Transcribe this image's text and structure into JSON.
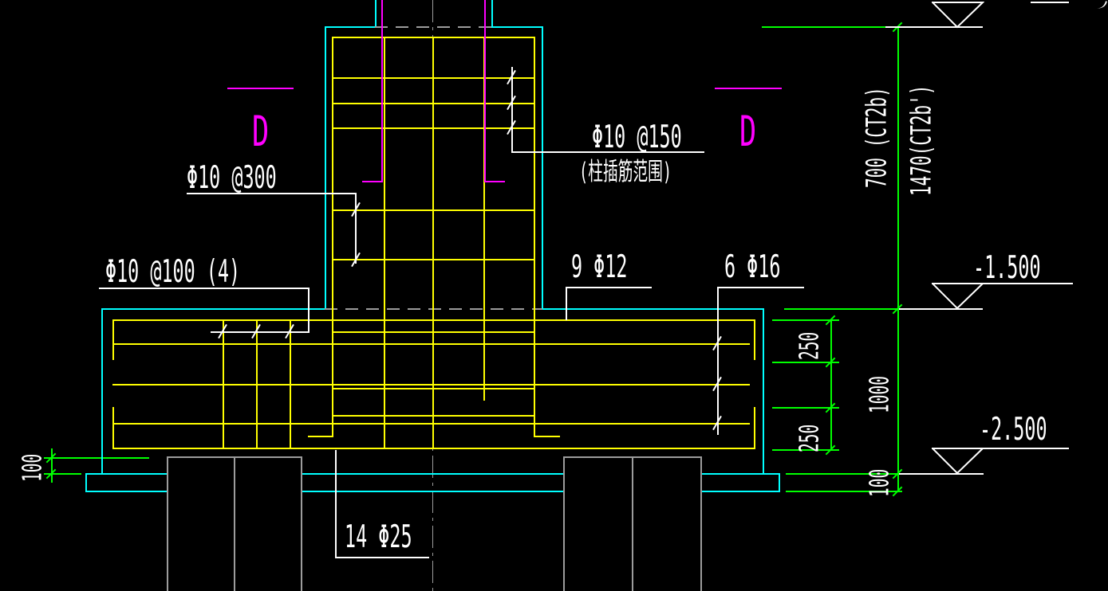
{
  "section_marker": "D",
  "labels": {
    "pedestal_ties_upper": "Φ10 @150",
    "pedestal_ties_upper_note": "(柱插筋范围)",
    "pedestal_ties_lower": "Φ10 @300",
    "footing_ties": "Φ10 @100 (4)",
    "side_bars": "9 Φ12",
    "waist_bars": "6 Φ16",
    "bottom_bars": "14 Φ25"
  },
  "dimensions": {
    "pedestal_height_primary": "700 (CT2b)",
    "pedestal_height_alt": "1470(CT2b')",
    "footing_height": "1000",
    "top_layer_spacing": "250",
    "bottom_layer_spacing": "250",
    "pile_embedment": "100",
    "blinding_thickness": "100"
  },
  "elevations": {
    "footing_top": "-1.500",
    "footing_bottom": "-2.500"
  },
  "colors": {
    "outline": "#00ffff",
    "rebar": "#ffff00",
    "dowel": "#ff00ff",
    "dimension": "#00ff00",
    "annotation": "#ffffff",
    "hidden": "#9c9c9c",
    "background": "#000000"
  }
}
